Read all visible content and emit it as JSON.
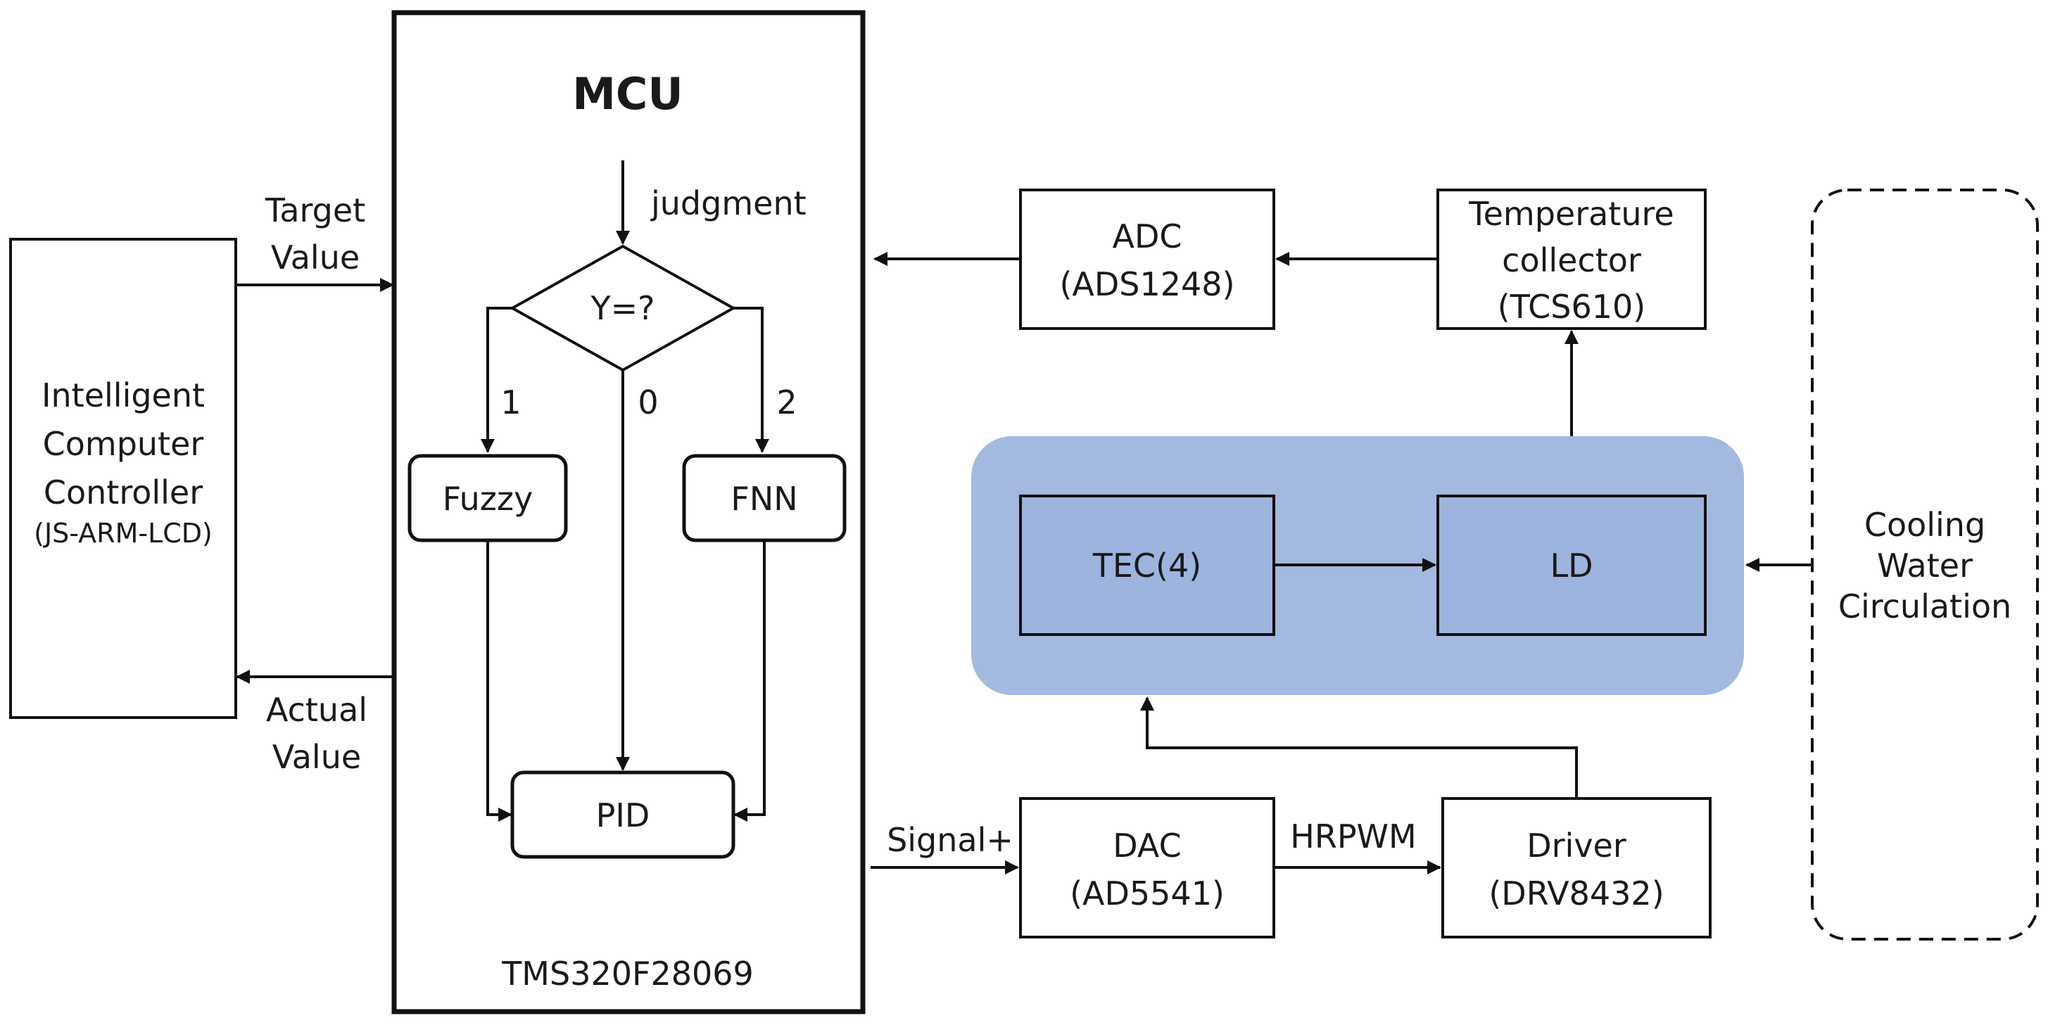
{
  "controller": {
    "line1": "Intelligent",
    "line2": "Computer",
    "line3": "Controller",
    "line4": "(JS-ARM-LCD)"
  },
  "signals": {
    "target_line1": "Target",
    "target_line2": "Value",
    "actual_line1": "Actual",
    "actual_line2": "Value",
    "judgment": "judgment",
    "signal_plus": "Signal+",
    "hrpwm": "HRPWM"
  },
  "mcu": {
    "title": "MCU",
    "chip": "TMS320F28069",
    "decision": "Y=?",
    "branch_1": "1",
    "branch_0": "0",
    "branch_2": "2",
    "fuzzy": "Fuzzy",
    "fnn": "FNN",
    "pid": "PID"
  },
  "blocks": {
    "adc_line1": "ADC",
    "adc_line2": "(ADS1248)",
    "temp_line1": "Temperature",
    "temp_line2": "collector",
    "temp_line3": "(TCS610)",
    "tec": "TEC(4)",
    "ld": "LD",
    "dac_line1": "DAC",
    "dac_line2": "(AD5541)",
    "driver_line1": "Driver",
    "driver_line2": "(DRV8432)",
    "cooling_line1": "Cooling",
    "cooling_line2": "Water",
    "cooling_line3": "Circulation"
  },
  "colors": {
    "module_fill": "#a3b9e0",
    "inner_fill": "#9db4de",
    "line": "#111111"
  }
}
